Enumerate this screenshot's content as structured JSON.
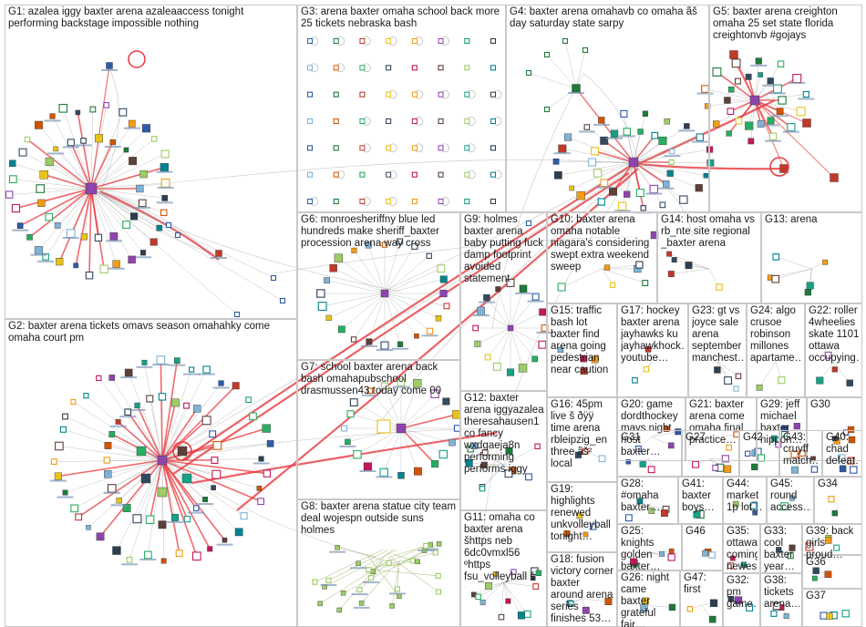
{
  "groups": [
    {
      "id": "G1",
      "label": "G1: azalea iggy baxter arena azaleaaccess tonight performing backstage impossible nothing"
    },
    {
      "id": "G2",
      "label": "G2: baxter arena tickets omavs season omahahky come omaha court pm"
    },
    {
      "id": "G3",
      "label": "G3: arena baxter omaha school back more 25 tickets nebraska bash"
    },
    {
      "id": "G4",
      "label": "G4: baxter arena omahavb co omaha ãš day saturday state sarpy"
    },
    {
      "id": "G5",
      "label": "G5: baxter arena creighton omaha 25 set state florida creightonvb #gojays"
    },
    {
      "id": "G6",
      "label": "G6: monroesheriffny blue led hundreds make sheriff_baxter procession arena way cross"
    },
    {
      "id": "G7",
      "label": "G7: school baxter arena back bash omahapubschool drasmussen43 today come 00"
    },
    {
      "id": "G8",
      "label": "G8: baxter arena statue city team deal wojespn outside suns holmes"
    },
    {
      "id": "G9",
      "label": "G9: holmes baxter arena baby putting fuck damp footprint avoided statement"
    },
    {
      "id": "G10",
      "label": "G10: baxter arena omaha notable niagara's considering swept extra weekend sweep"
    },
    {
      "id": "G11",
      "label": "G11: omaha co baxter arena šhttps neb 6dc0vmxl56 ºhttps fsu_volleyball š"
    },
    {
      "id": "G12",
      "label": "G12: baxter arena iggyazalea theresahausen1 co fancy wxdgaeja8n performing performs iggy"
    },
    {
      "id": "G13",
      "label": "G13: arena"
    },
    {
      "id": "G14",
      "label": "G14: host omaha vs rb_nte site regional _baxter arena"
    },
    {
      "id": "G15",
      "label": "G15: traffic bash lot baxter find arena going pedestrian near caution"
    },
    {
      "id": "G16",
      "label": "G16: 45pm live š ðÿÿ time arena rbleipzig_en three ãš² local"
    },
    {
      "id": "G17",
      "label": "G17: hockey baxter arena jayhawks ku jayhawkhock… youtube…"
    },
    {
      "id": "G18",
      "label": "G18: fusion victory corner baxter around arena series finishes 53…"
    },
    {
      "id": "G19",
      "label": "G19: highlights renewed unkvolleyball tonight…"
    },
    {
      "id": "G20",
      "label": "G20: game dordthockey mavs night host baxter…"
    },
    {
      "id": "G21",
      "label": "G21: baxter arena come omaha final practice…"
    },
    {
      "id": "G22",
      "label": "G22: roller 4wheelies skate 1101 ottawa occupying…"
    },
    {
      "id": "G23",
      "label": "G23: gt vs joyce sale arena september manchest…"
    },
    {
      "id": "G24",
      "label": "G24: algo crusoe robinson millones apartame…"
    },
    {
      "id": "G25",
      "label": "G25: knights golden baxter…"
    },
    {
      "id": "G26",
      "label": "G26: night came baxter grateful fair…"
    },
    {
      "id": "G27",
      "label": "G27"
    },
    {
      "id": "G28",
      "label": "G28: #omaha baxter…"
    },
    {
      "id": "G29",
      "label": "G29: jeff michael baxter nippon…"
    },
    {
      "id": "G30",
      "label": "G30"
    },
    {
      "id": "G31",
      "label": "G31"
    },
    {
      "id": "G32",
      "label": "G32: pm game…"
    },
    {
      "id": "G33",
      "label": "G33: cool baxter year…"
    },
    {
      "id": "G34",
      "label": "G34"
    },
    {
      "id": "G35",
      "label": "G35: ottawa coming newes…"
    },
    {
      "id": "G36",
      "label": "G36"
    },
    {
      "id": "G37",
      "label": "G37"
    },
    {
      "id": "G38",
      "label": "G38: tickets arena…"
    },
    {
      "id": "G39",
      "label": "G39: back girls proud…"
    },
    {
      "id": "G40",
      "label": "G40: chad defeat…"
    },
    {
      "id": "G41",
      "label": "G41: baxter boys…"
    },
    {
      "id": "G42",
      "label": "G42"
    },
    {
      "id": "G43",
      "label": "G43: cruyff match…"
    },
    {
      "id": "G44",
      "label": "G44: market 1p lot…"
    },
    {
      "id": "G45",
      "label": "G45: round access…"
    },
    {
      "id": "G46",
      "label": "G46"
    },
    {
      "id": "G47",
      "label": "G47: first"
    }
  ],
  "colors": {
    "border": "#c8c8c8",
    "label": "#1a1a1a",
    "edge_gray": "#9a9a9a",
    "edge_red": "#e8383c",
    "node_palette": [
      "#2e5aa8",
      "#1d7a3a",
      "#c0392b",
      "#e8c21a",
      "#f39c12",
      "#8e44ad",
      "#16a085",
      "#2c3e50",
      "#7fb3d5",
      "#d35400",
      "#27ae60",
      "#34495e",
      "#c2185b",
      "#5d4037",
      "#9ccc65",
      "#00838f"
    ]
  },
  "node_shapes": [
    "avatar-square",
    "hollow-square",
    "self-loop-circle"
  ]
}
